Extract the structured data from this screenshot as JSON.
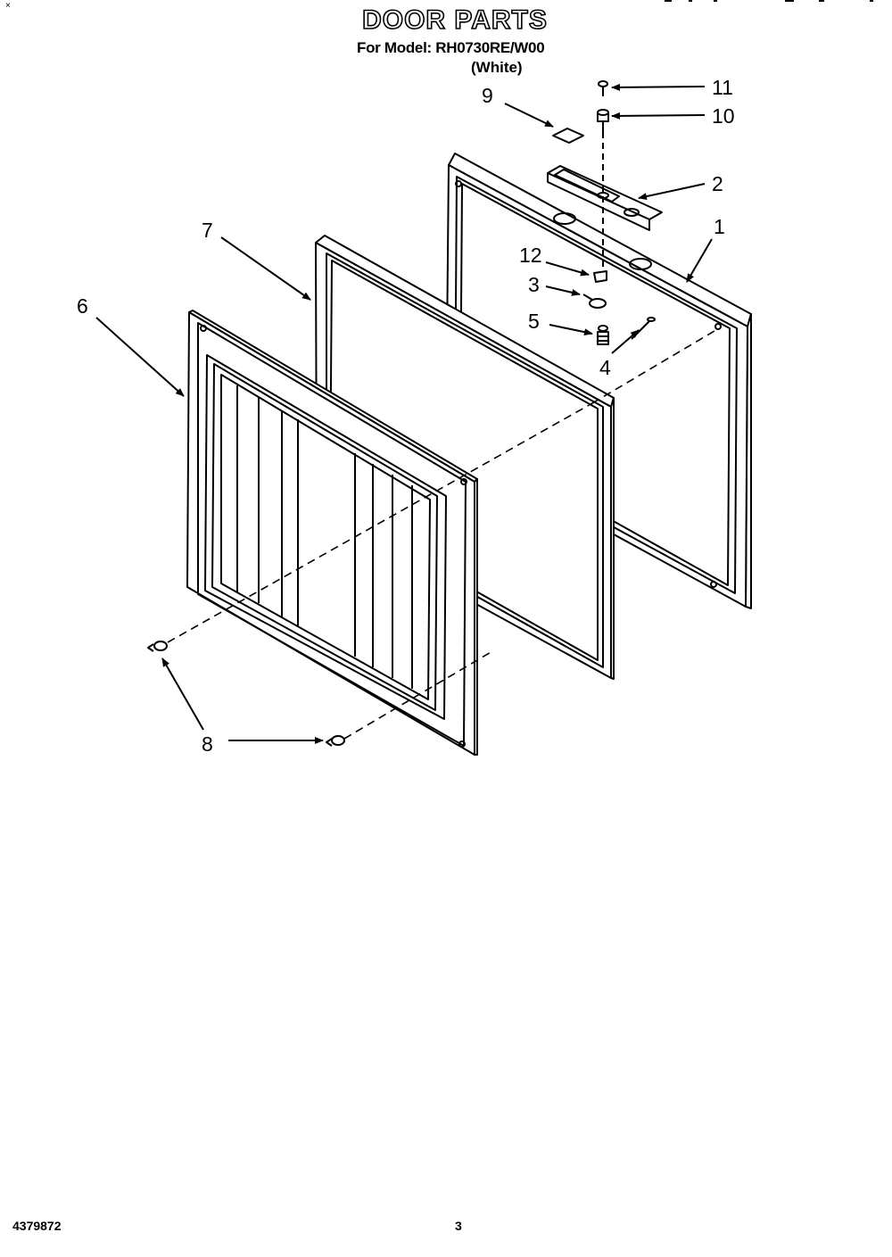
{
  "header": {
    "title": "DOOR PARTS",
    "model_line": "For Model: RH0730RE/W00",
    "variant": "(White)"
  },
  "footer": {
    "doc_number": "4379872",
    "page_number": "3"
  },
  "callouts": [
    "1",
    "2",
    "3",
    "4",
    "5",
    "6",
    "7",
    "8",
    "9",
    "10",
    "11",
    "12"
  ],
  "colors": {
    "line": "#000000",
    "background": "#ffffff"
  }
}
